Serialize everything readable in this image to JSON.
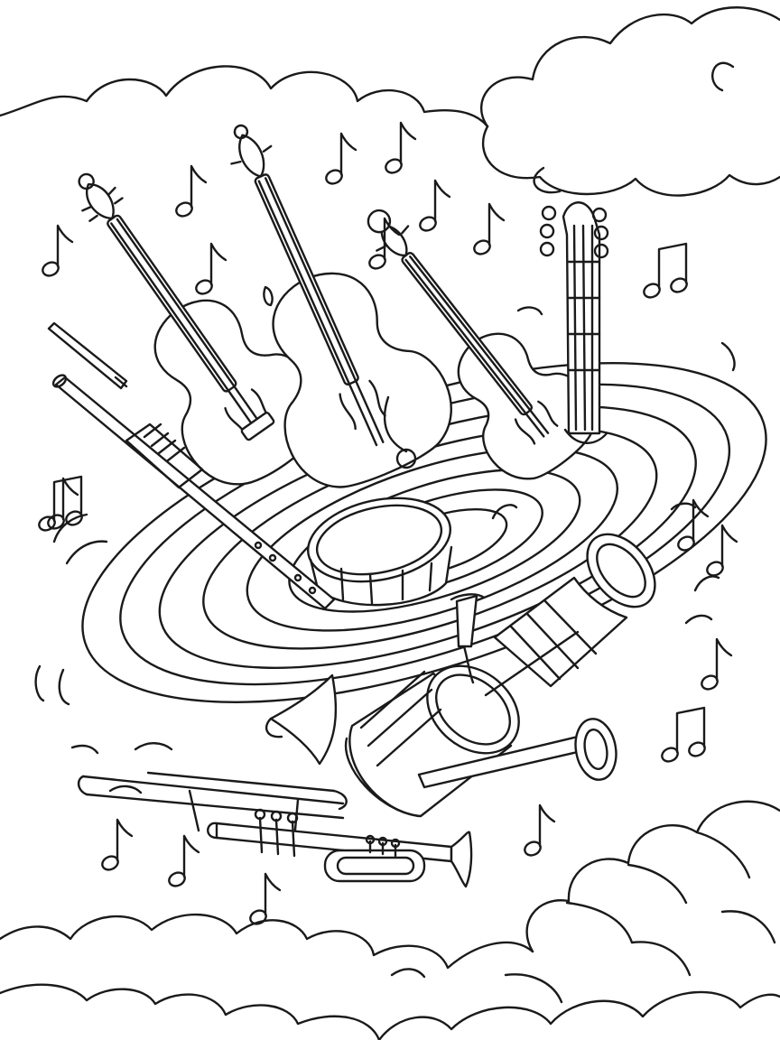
{
  "page": {
    "kind": "line-art coloring page",
    "background_color": "#ffffff",
    "ink_color": "#1a1a1a"
  },
  "scene": {
    "clouds": [
      "cloud-top",
      "cloud-bottom"
    ],
    "whirlpool": "vortex",
    "instruments": [
      "violin",
      "violin",
      "cello",
      "violin",
      "guitar-neck",
      "flute",
      "clarinet",
      "drum",
      "snare-drum",
      "horn",
      "trumpet",
      "trumpet",
      "trombone"
    ],
    "music_note_count": 19,
    "icons": [
      "music-note-icon",
      "eighth-note-icon",
      "beamed-notes-icon"
    ]
  }
}
